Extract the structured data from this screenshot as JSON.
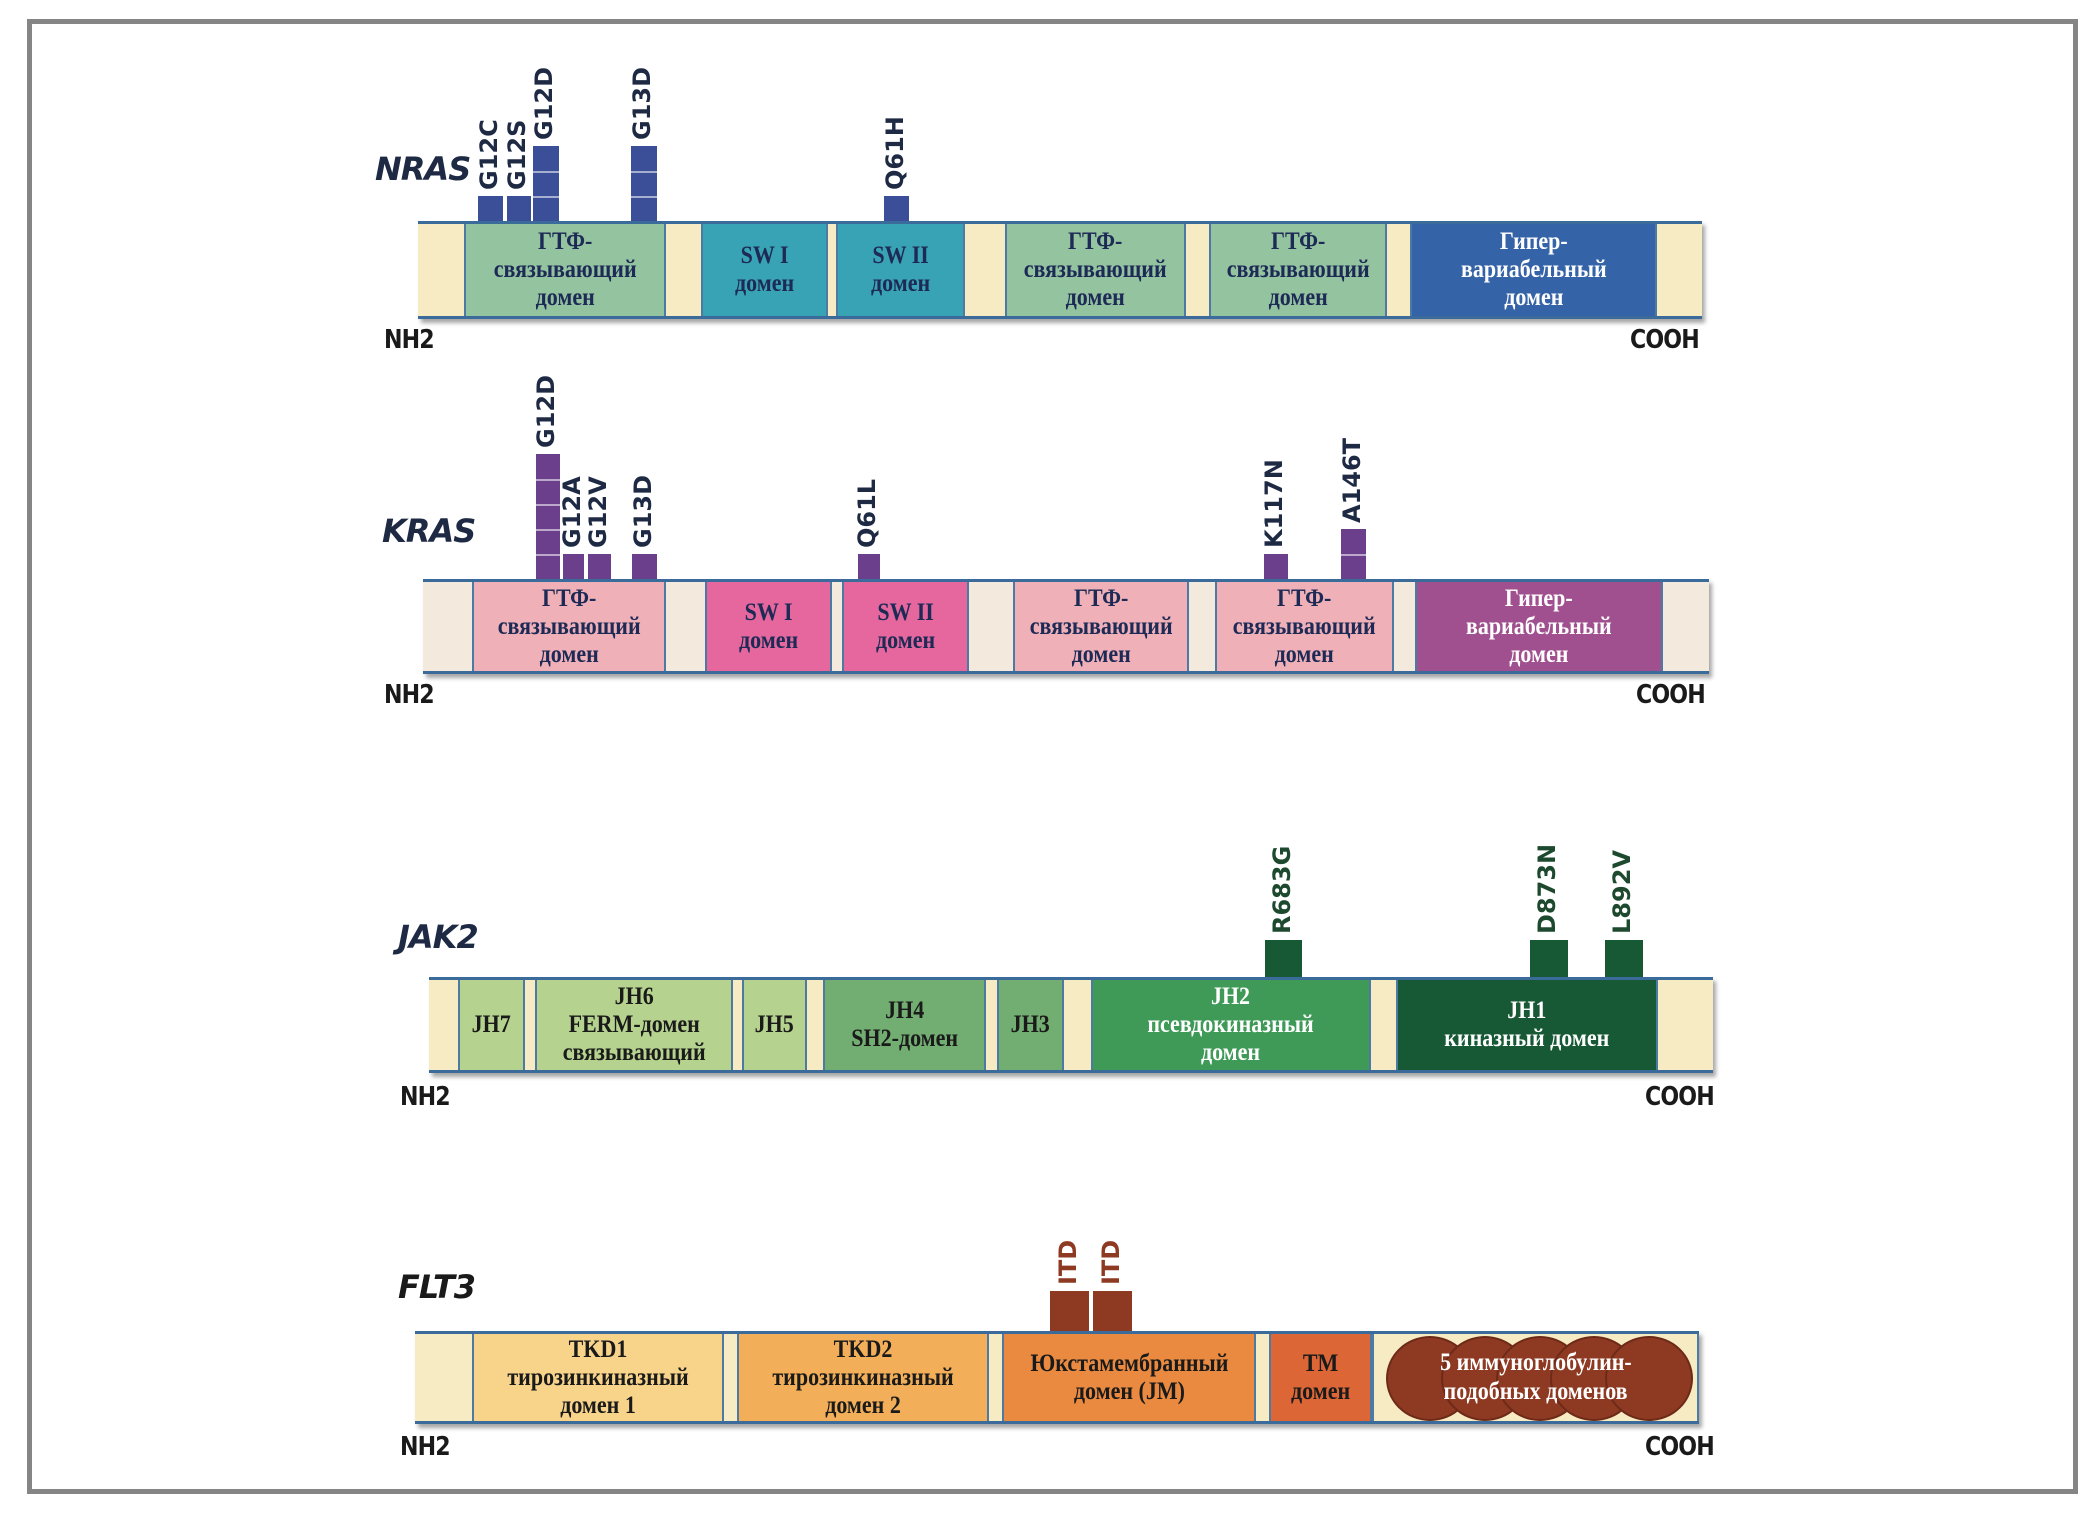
{
  "figure": {
    "terminal_labels": {
      "n_term": "NH2",
      "c_term": "COOH"
    },
    "genes": [
      {
        "id": "nras",
        "name": "NRAS",
        "mutation_color": "#3a4f97",
        "label_color": "#1e2a44",
        "segments": [
          {
            "type": "spacer",
            "color": "#f7ebc4",
            "text": ""
          },
          {
            "type": "domain",
            "color": "#94c3a0",
            "text_color": "#1d2a55",
            "lines": [
              "ГТФ-",
              "связывающий",
              "домен"
            ]
          },
          {
            "type": "spacer",
            "color": "#f7ebc4",
            "text": ""
          },
          {
            "type": "domain",
            "color": "#38a3b4",
            "text_color": "#1d2a55",
            "lines": [
              "SW I",
              "домен"
            ]
          },
          {
            "type": "spacer",
            "color": "#f7ebc4",
            "text": ""
          },
          {
            "type": "domain",
            "color": "#38a3b4",
            "text_color": "#1d2a55",
            "lines": [
              "SW II",
              "домен"
            ]
          },
          {
            "type": "spacer",
            "color": "#f7ebc4",
            "text": ""
          },
          {
            "type": "domain",
            "color": "#94c3a0",
            "text_color": "#1d2a55",
            "lines": [
              "ГТФ-",
              "связывающий",
              "домен"
            ]
          },
          {
            "type": "spacer",
            "color": "#f7ebc4",
            "text": ""
          },
          {
            "type": "domain",
            "color": "#94c3a0",
            "text_color": "#1d2a55",
            "lines": [
              "ГТФ-",
              "связывающий",
              "домен"
            ]
          },
          {
            "type": "spacer",
            "color": "#f7ebc4",
            "text": ""
          },
          {
            "type": "domain",
            "color": "#3563a8",
            "text_color": "#ffffff",
            "lines": [
              "Гипер-",
              "вариабельный",
              "домен"
            ]
          },
          {
            "type": "spacer",
            "color": "#f7ebc4",
            "text": ""
          }
        ],
        "mutations": [
          {
            "name": "G12C",
            "count": 1
          },
          {
            "name": "G12S",
            "count": 1
          },
          {
            "name": "G12D",
            "count": 3
          },
          {
            "name": "G13D",
            "count": 3
          },
          {
            "name": "Q61H",
            "count": 1
          }
        ]
      },
      {
        "id": "kras",
        "name": "KRAS",
        "mutation_color": "#6b3f8c",
        "label_color": "#1e2a44",
        "segments": [
          {
            "type": "spacer",
            "color": "#f3e9dc",
            "text": ""
          },
          {
            "type": "domain",
            "color": "#efb0b8",
            "text_color": "#1d2a55",
            "lines": [
              "ГТФ-",
              "связывающий",
              "домен"
            ]
          },
          {
            "type": "spacer",
            "color": "#f3e9dc",
            "text": ""
          },
          {
            "type": "domain",
            "color": "#e5679e",
            "text_color": "#1d2a55",
            "lines": [
              "SW I",
              "домен"
            ]
          },
          {
            "type": "spacer",
            "color": "#f3e9dc",
            "text": ""
          },
          {
            "type": "domain",
            "color": "#e5679e",
            "text_color": "#1d2a55",
            "lines": [
              "SW II",
              "домен"
            ]
          },
          {
            "type": "spacer",
            "color": "#f3e9dc",
            "text": ""
          },
          {
            "type": "domain",
            "color": "#efb0b8",
            "text_color": "#1d2a55",
            "lines": [
              "ГТФ-",
              "связывающий",
              "домен"
            ]
          },
          {
            "type": "spacer",
            "color": "#f3e9dc",
            "text": ""
          },
          {
            "type": "domain",
            "color": "#efb0b8",
            "text_color": "#1d2a55",
            "lines": [
              "ГТФ-",
              "связывающий",
              "домен"
            ]
          },
          {
            "type": "spacer",
            "color": "#f3e9dc",
            "text": ""
          },
          {
            "type": "domain",
            "color": "#a0508e",
            "text_color": "#ffffff",
            "lines": [
              "Гипер-",
              "вариабельный",
              "домен"
            ]
          },
          {
            "type": "spacer",
            "color": "#f3e9dc",
            "text": ""
          }
        ],
        "mutations": [
          {
            "name": "G12D",
            "count": 5
          },
          {
            "name": "G12A",
            "count": 1
          },
          {
            "name": "G12V",
            "count": 1
          },
          {
            "name": "G13D",
            "count": 1
          },
          {
            "name": "Q61L",
            "count": 1
          },
          {
            "name": "K117N",
            "count": 1
          },
          {
            "name": "A146T",
            "count": 2
          }
        ]
      },
      {
        "id": "jak2",
        "name": "JAK2",
        "mutation_color": "#175934",
        "label_color": "#1e2a44",
        "segments": [
          {
            "type": "spacer",
            "color": "#f7ebc4",
            "text": ""
          },
          {
            "type": "domain",
            "color": "#b5d38f",
            "text_color": "#1a1a1a",
            "lines": [
              "JH7"
            ]
          },
          {
            "type": "spacer",
            "color": "#f7ebc4",
            "text": ""
          },
          {
            "type": "domain",
            "color": "#b5d38f",
            "text_color": "#1a1a1a",
            "lines": [
              "JH6",
              "FERM-домен",
              "связывающий"
            ]
          },
          {
            "type": "spacer",
            "color": "#f7ebc4",
            "text": ""
          },
          {
            "type": "domain",
            "color": "#b5d38f",
            "text_color": "#1a1a1a",
            "lines": [
              "JH5"
            ]
          },
          {
            "type": "spacer",
            "color": "#f7ebc4",
            "text": ""
          },
          {
            "type": "domain",
            "color": "#72ad72",
            "text_color": "#1a1a1a",
            "lines": [
              "JH4",
              "SH2-домен"
            ]
          },
          {
            "type": "spacer",
            "color": "#f7ebc4",
            "text": ""
          },
          {
            "type": "domain",
            "color": "#72ad72",
            "text_color": "#1a1a1a",
            "lines": [
              "JH3"
            ]
          },
          {
            "type": "spacer",
            "color": "#f7ebc4",
            "text": ""
          },
          {
            "type": "domain",
            "color": "#3f9a58",
            "text_color": "#ffffff",
            "lines": [
              "JH2",
              "псевдокиназный",
              "домен"
            ]
          },
          {
            "type": "spacer",
            "color": "#f7ebc4",
            "text": ""
          },
          {
            "type": "domain",
            "color": "#175934",
            "text_color": "#ffffff",
            "lines": [
              "JH1",
              "киназный домен"
            ]
          },
          {
            "type": "spacer",
            "color": "#f7ebc4",
            "text": ""
          }
        ],
        "mutations": [
          {
            "name": "R683G",
            "count": 1
          },
          {
            "name": "D873N",
            "count": 1
          },
          {
            "name": "L892V",
            "count": 1
          }
        ]
      },
      {
        "id": "flt3",
        "name": "FLT3",
        "mutation_color": "#8e3a22",
        "label_color": "#1a1a1a",
        "segments": [
          {
            "type": "spacer",
            "color": "#f7ebc4",
            "text": ""
          },
          {
            "type": "domain",
            "color": "#f8d48a",
            "text_color": "#1a1a1a",
            "lines": [
              "TKD1",
              "тирозинкиназный",
              "домен 1"
            ]
          },
          {
            "type": "spacer",
            "color": "#f7ebc4",
            "text": ""
          },
          {
            "type": "domain",
            "color": "#f2ae58",
            "text_color": "#1a1a1a",
            "lines": [
              "TKD2",
              "тирозинкиназный",
              "домен 2"
            ]
          },
          {
            "type": "spacer",
            "color": "#f7ebc4",
            "text": ""
          },
          {
            "type": "domain",
            "color": "#ea8a40",
            "text_color": "#1a1a1a",
            "lines": [
              "Юкстамембранный",
              "домен (JM)"
            ]
          },
          {
            "type": "spacer",
            "color": "#f7ebc4",
            "text": ""
          },
          {
            "type": "domain",
            "color": "#dd6637",
            "text_color": "#1a1a1a",
            "lines": [
              "TM",
              "домен"
            ]
          },
          {
            "type": "ig",
            "color": "#8e3a22",
            "text_color": "#ffffff",
            "ig_count": 5,
            "lines": [
              "5 иммуноглобулин-",
              "подобных доменов"
            ]
          }
        ],
        "mutations": [
          {
            "name": "ITD",
            "count": 1
          },
          {
            "name": "ITD",
            "count": 1
          }
        ]
      }
    ]
  }
}
